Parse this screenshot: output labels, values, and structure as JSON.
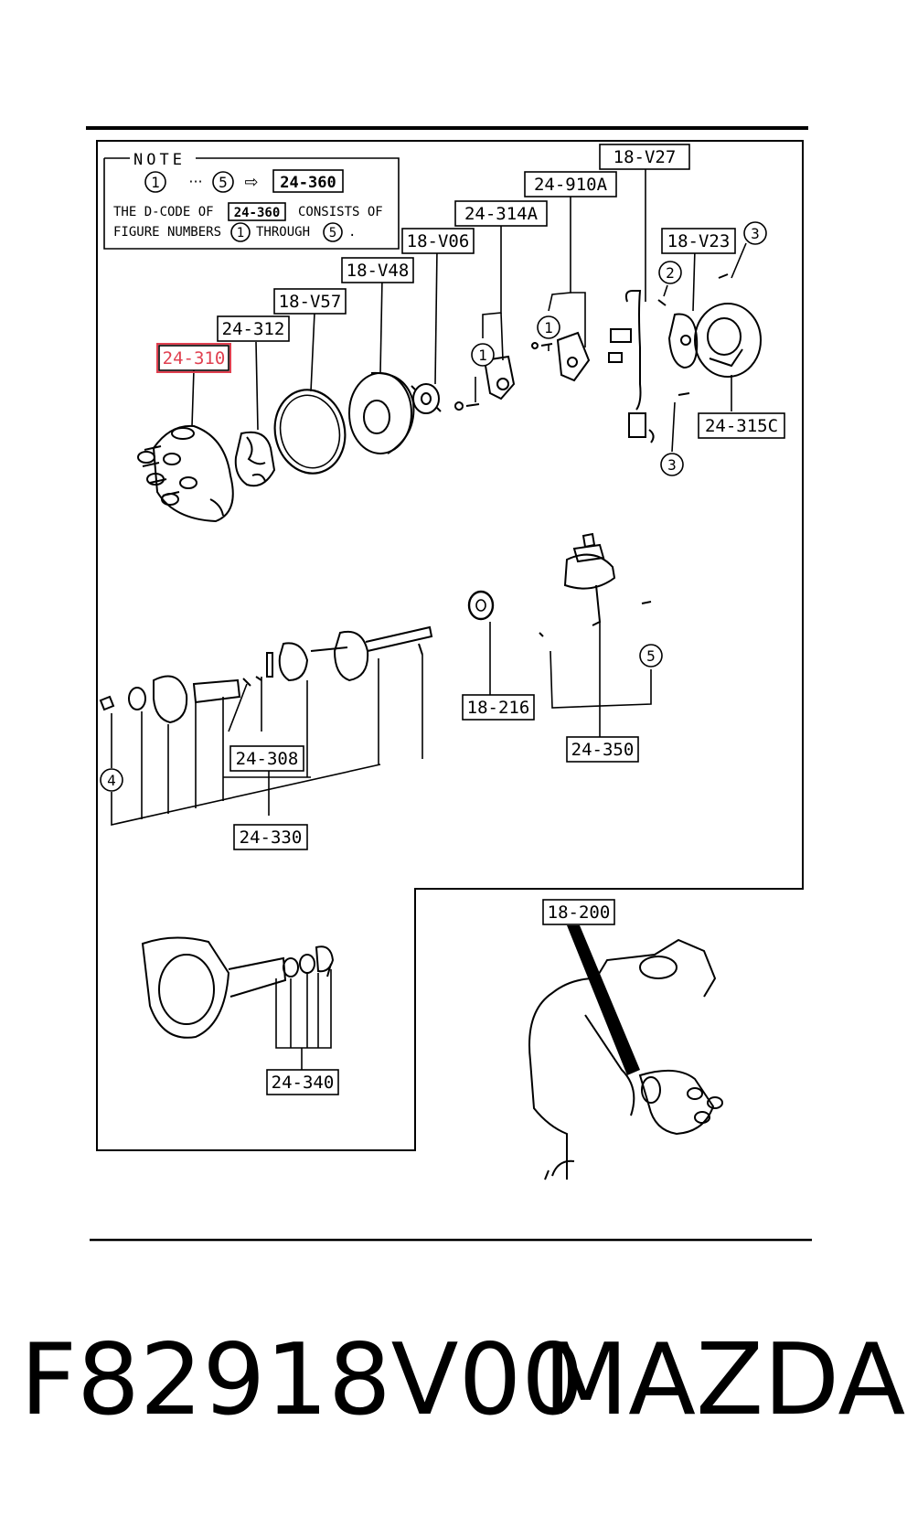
{
  "note": {
    "title": "NOTE",
    "range_start": "1",
    "range_end": "5",
    "arrow": "⇨",
    "target_code": "24-360",
    "line1_prefix": "THE D-CODE OF",
    "line1_code": "24-360",
    "line1_suffix": "CONSISTS OF",
    "line2_prefix": "FIGURE NUMBERS",
    "line2_from": "1",
    "line2_mid": "THROUGH",
    "line2_to": "5",
    "line2_end": "."
  },
  "labels": {
    "l_18V27": "18-V27",
    "l_24910A": "24-910A",
    "l_24314A": "24-314A",
    "l_18V06": "18-V06",
    "l_18V48": "18-V48",
    "l_18V57": "18-V57",
    "l_24312": "24-312",
    "l_24310": "24-310",
    "l_18V23": "18-V23",
    "l_24315C": "24-315C",
    "l_18216": "18-216",
    "l_24350": "24-350",
    "l_24308": "24-308",
    "l_24330": "24-330",
    "l_18200": "18-200",
    "l_24340": "24-340"
  },
  "circles": {
    "c1a": "1",
    "c1b": "1",
    "c2": "2",
    "c3a": "3",
    "c3b": "3",
    "c4": "4",
    "c5": "5"
  },
  "highlight_color": "#e04050",
  "footer": {
    "part_number": "F82918V00",
    "brand": "MAZDA"
  }
}
